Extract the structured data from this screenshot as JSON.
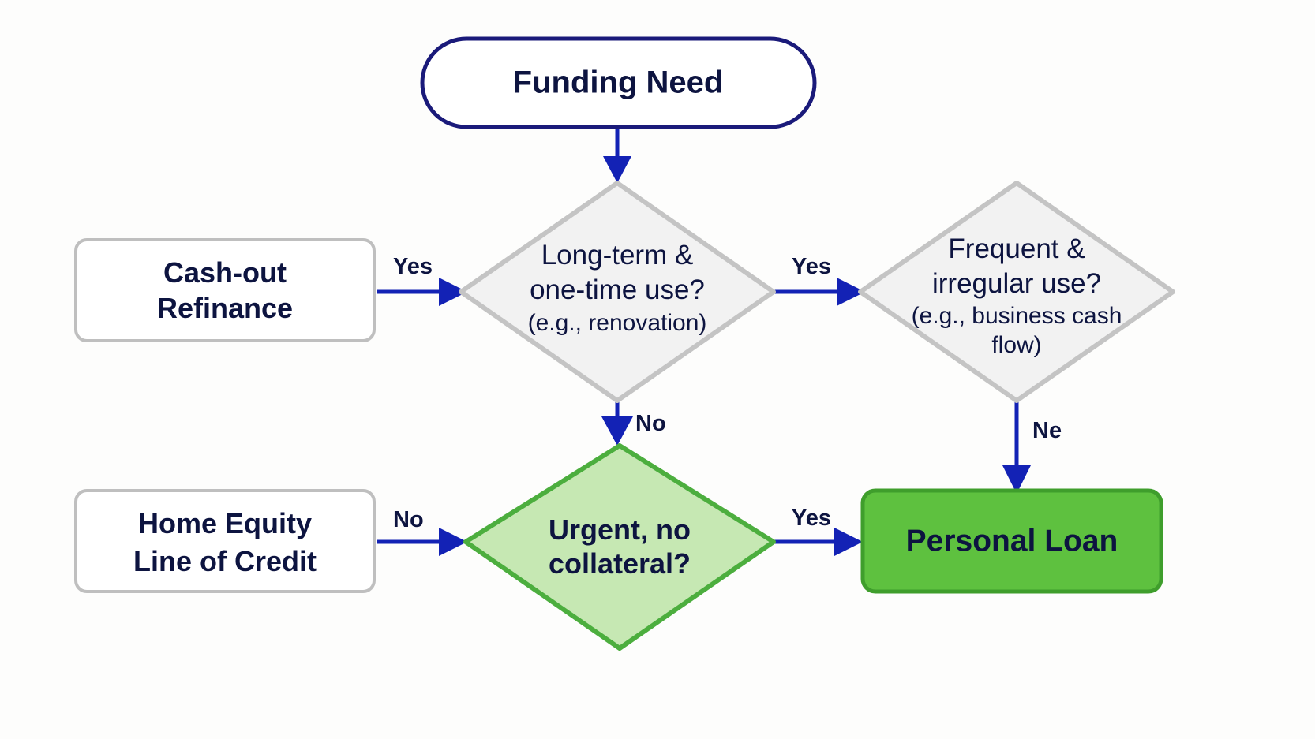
{
  "diagram": {
    "type": "flowchart",
    "title_node": "Funding Need",
    "background_color": "#fdfdfc",
    "accent_colors": {
      "navy": "#1a1a7a",
      "text_navy": "#0d1440",
      "edge_blue": "#1322b5",
      "gray_border": "#c4c4c4",
      "gray_fill": "#f2f2f2",
      "light_green_fill": "#c6e8b3",
      "green_border": "#4cae3e",
      "terminal_green_fill": "#5ec13f",
      "terminal_green_border": "#3f9e2c"
    },
    "nodes": [
      {
        "id": "start",
        "shape": "stadium",
        "label": "Funding Need"
      },
      {
        "id": "decision_longterm",
        "shape": "diamond",
        "line1": "Long-term &",
        "line2": "one-time use?",
        "sub": "(e.g., renovation)"
      },
      {
        "id": "decision_frequent",
        "shape": "diamond",
        "line1": "Frequent &",
        "line2": "irregular use?",
        "sub_line1": "(e.g., business cash",
        "sub_line2": "flow)"
      },
      {
        "id": "decision_urgent",
        "shape": "diamond",
        "line1": "Urgent, no",
        "line2": "collateral?"
      },
      {
        "id": "outcome_cashout",
        "shape": "rounded-box",
        "line1": "Cash-out",
        "line2": "Refinance"
      },
      {
        "id": "outcome_heloc",
        "shape": "rounded-box",
        "line1": "Home Equity",
        "line2": "Line of Credit"
      },
      {
        "id": "outcome_personal_loan",
        "shape": "rounded-box",
        "label": "Personal Loan"
      }
    ],
    "edges": [
      {
        "id": "start-to-longterm",
        "label": "",
        "direction": "down"
      },
      {
        "id": "cashout-to-longterm",
        "label": "Yes",
        "direction": "right"
      },
      {
        "id": "longterm-to-frequent",
        "label": "Yes",
        "direction": "right"
      },
      {
        "id": "longterm-to-urgent",
        "label": "No",
        "direction": "down"
      },
      {
        "id": "frequent-to-personal",
        "label": "Ne",
        "direction": "down"
      },
      {
        "id": "heloc-to-urgent",
        "label": "No",
        "direction": "right"
      },
      {
        "id": "urgent-to-personal",
        "label": "Yes",
        "direction": "right"
      }
    ]
  }
}
